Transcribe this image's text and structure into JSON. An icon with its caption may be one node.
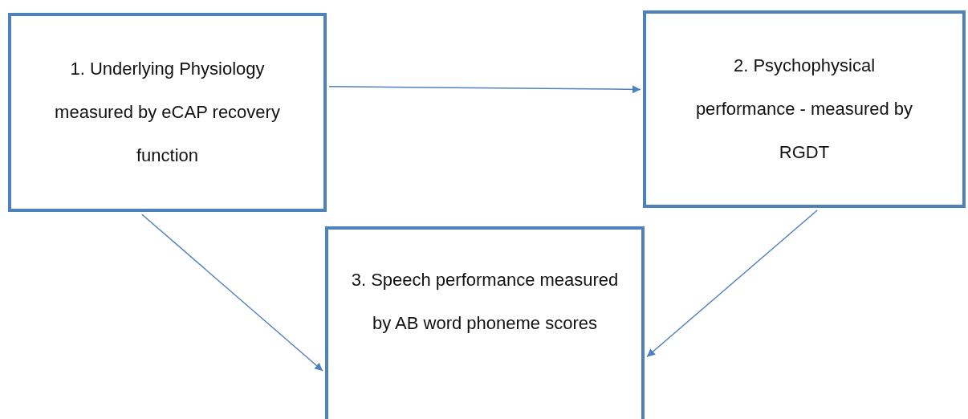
{
  "diagram": {
    "nodes": [
      {
        "text": [
          "1. Underlying Physiology measured by eCAP recovery function"
        ]
      },
      {
        "text": [
          "2. Psychophysical performance - measured by RGDT"
        ]
      },
      {
        "text": [
          "3. Speech performance measured by AB word phoneme scores"
        ]
      }
    ],
    "edges": [
      {
        "from": 0,
        "to": 1,
        "arrow": "to"
      },
      {
        "from": 0,
        "to": 2,
        "arrow": "to"
      },
      {
        "from": 1,
        "to": 2,
        "arrow": "to"
      }
    ]
  }
}
